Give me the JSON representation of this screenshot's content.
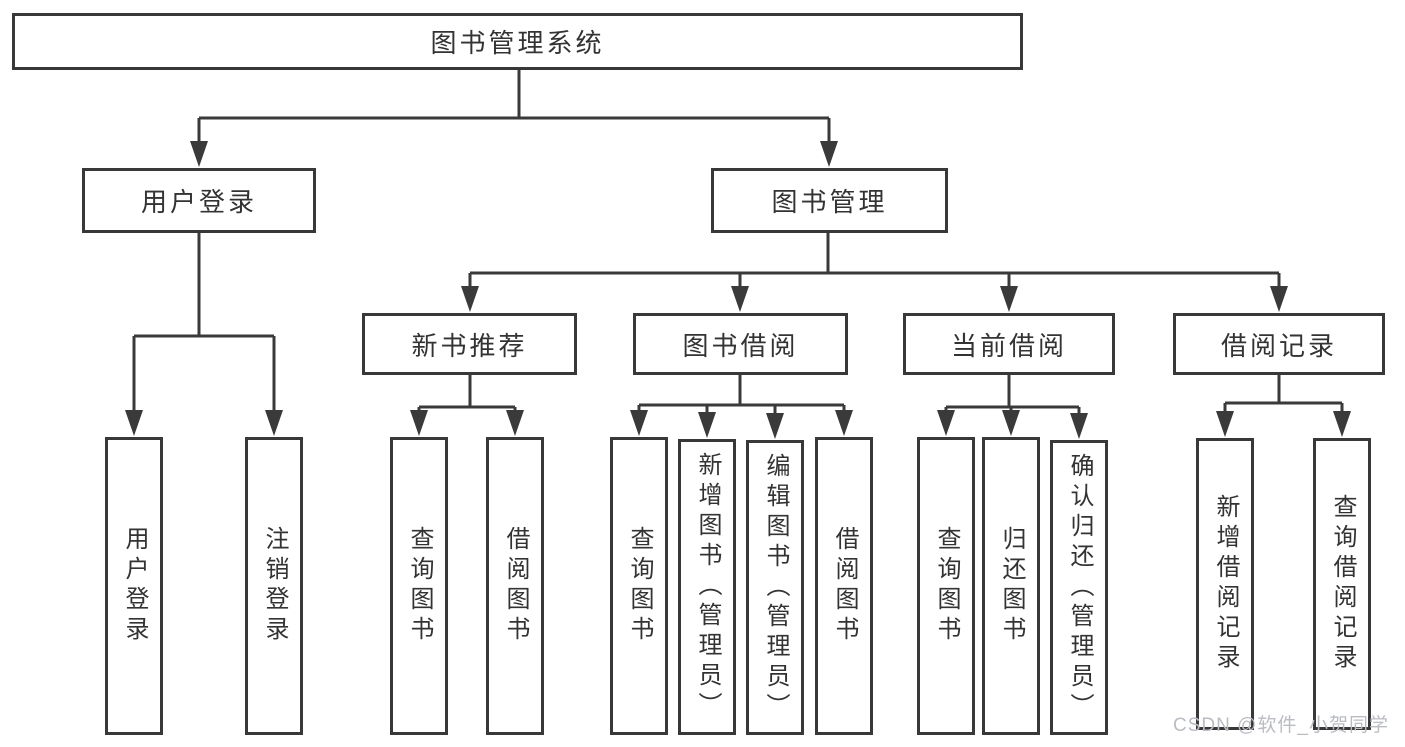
{
  "diagram": {
    "root": "图书管理系统",
    "branches": [
      {
        "label": "用户登录",
        "children": [
          "用户登录",
          "注销登录"
        ]
      },
      {
        "label": "图书管理",
        "groups": [
          {
            "label": "新书推荐",
            "children": [
              "查询图书",
              "借阅图书"
            ]
          },
          {
            "label": "图书借阅",
            "children": [
              "查询图书",
              "新增图书（管理员）",
              "编辑图书（管理员）",
              "借阅图书"
            ]
          },
          {
            "label": "当前借阅",
            "children": [
              "查询图书",
              "归还图书",
              "确认归还（管理员）"
            ]
          },
          {
            "label": "借阅记录",
            "children": [
              "新增借阅记录",
              "查询借阅记录"
            ]
          }
        ]
      }
    ]
  },
  "colors": {
    "line": "#3a3a3a",
    "box_border": "#383838",
    "label_text": "#333333",
    "watermark_text": "#b9bcc2",
    "background": "#ffffff"
  },
  "watermark": {
    "text": "CSDN @软件_小贺同学"
  }
}
